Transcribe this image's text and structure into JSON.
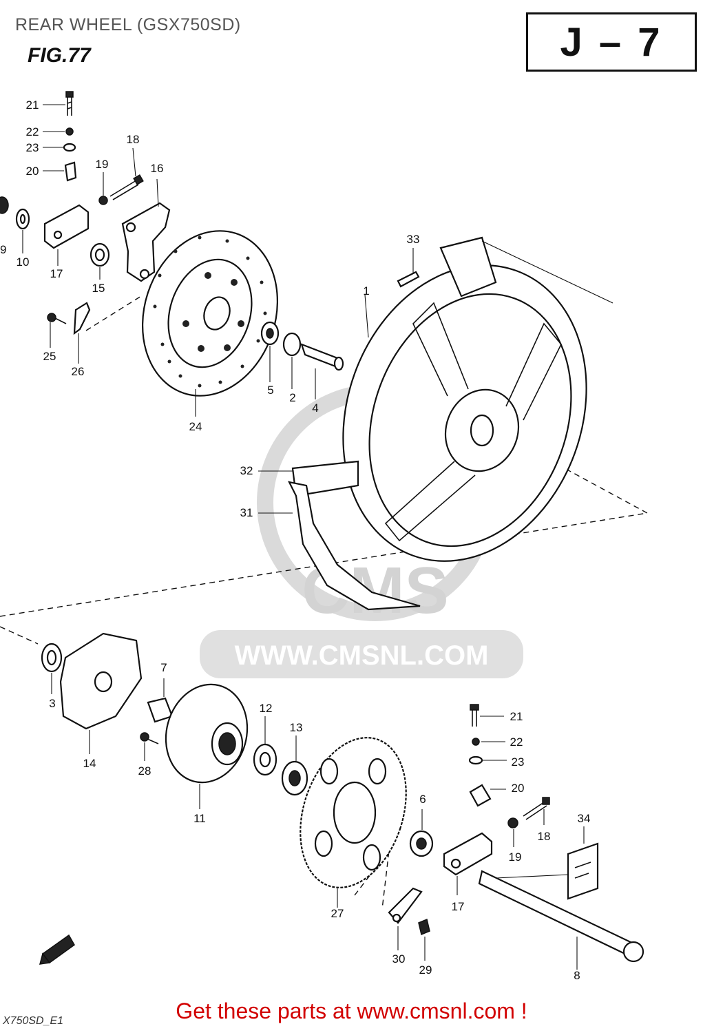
{
  "header": {
    "title": "REAR WHEEL (GSX750SD)",
    "figure": "FIG.77",
    "section": "J – 7"
  },
  "watermark": {
    "brand": "CMS",
    "url": "WWW.CMSNL.COM"
  },
  "footer": {
    "cta": "Get these parts at www.cmsnl.com !",
    "drawing_id": "X750SD_E1"
  },
  "callouts": [
    "21",
    "22",
    "23",
    "20",
    "19",
    "18",
    "16",
    "9",
    "10",
    "17",
    "15",
    "25",
    "26",
    "24",
    "5",
    "2",
    "4",
    "1",
    "33",
    "32",
    "31",
    "3",
    "14",
    "7",
    "28",
    "11",
    "12",
    "13",
    "27",
    "6",
    "21",
    "22",
    "23",
    "20",
    "18",
    "19",
    "34",
    "17",
    "30",
    "29",
    "8"
  ],
  "colors": {
    "ink": "#111111",
    "watermark": "#cfcfcf",
    "footer_text": "#d20000"
  },
  "icons": [
    "front-arrow-icon"
  ]
}
